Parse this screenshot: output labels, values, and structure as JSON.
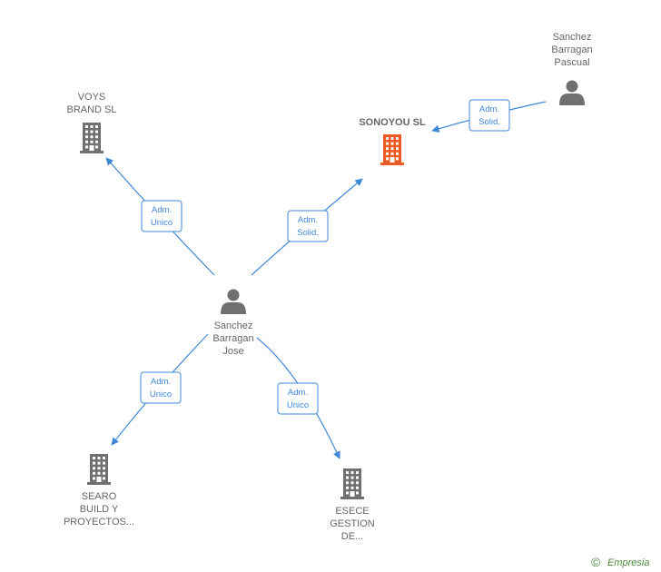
{
  "colors": {
    "edge": "#3f88d9",
    "node_gray": "#707070",
    "node_highlight": "#ee5a24",
    "label": "#666666"
  },
  "nodes": [
    {
      "id": "voys",
      "type": "company",
      "icon": "building-icon",
      "highlight": false,
      "lines": [
        "VOYS",
        "BRAND  SL"
      ]
    },
    {
      "id": "sonoyou",
      "type": "company",
      "icon": "building-icon",
      "highlight": true,
      "lines": [
        "SONOYOU  SL"
      ]
    },
    {
      "id": "pascual",
      "type": "person",
      "icon": "person-icon",
      "lines": [
        "Sanchez",
        "Barragan",
        "Pascual"
      ]
    },
    {
      "id": "jose",
      "type": "person",
      "icon": "person-icon",
      "lines": [
        "Sanchez",
        "Barragan",
        "Jose"
      ]
    },
    {
      "id": "searo",
      "type": "company",
      "icon": "building-icon",
      "highlight": false,
      "lines": [
        "SEARO",
        "BUILD Y",
        "PROYECTOS..."
      ]
    },
    {
      "id": "esece",
      "type": "company",
      "icon": "building-icon",
      "highlight": false,
      "lines": [
        "ESECE",
        "GESTION",
        "DE..."
      ]
    }
  ],
  "relations": [
    {
      "from": "jose",
      "to": "voys",
      "lines": [
        "Adm.",
        "Unico"
      ]
    },
    {
      "from": "jose",
      "to": "sonoyou",
      "lines": [
        "Adm.",
        "Solid."
      ]
    },
    {
      "from": "pascual",
      "to": "sonoyou",
      "lines": [
        "Adm.",
        "Solid."
      ]
    },
    {
      "from": "jose",
      "to": "searo",
      "lines": [
        "Adm.",
        "Unico"
      ]
    },
    {
      "from": "jose",
      "to": "esece",
      "lines": [
        "Adm.",
        "Unico"
      ]
    }
  ],
  "footer": {
    "copyright_symbol": "©",
    "brand": "Empresia"
  }
}
